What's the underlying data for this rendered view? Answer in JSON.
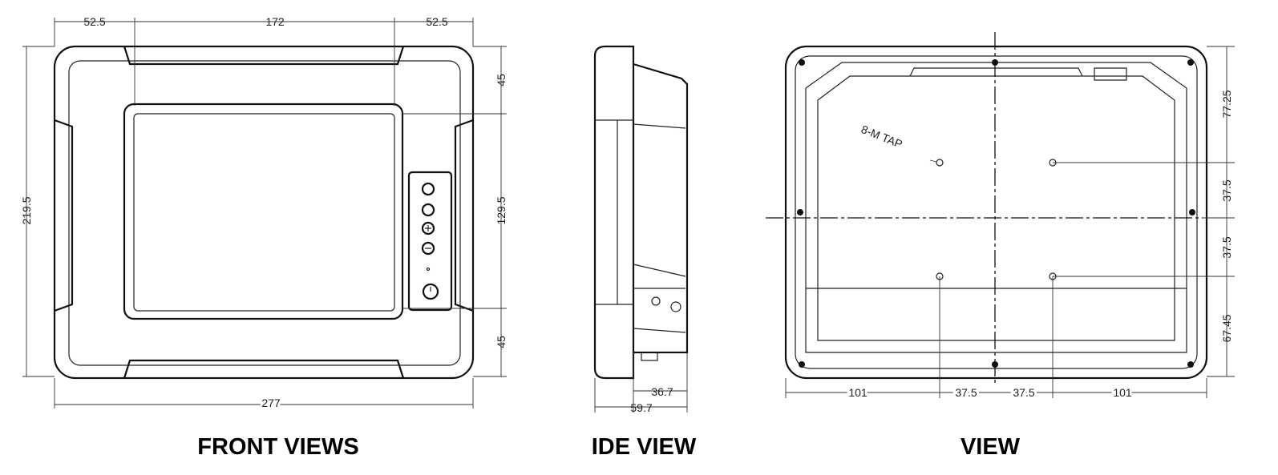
{
  "front": {
    "title": "FRONT VIEWS",
    "dims": {
      "left_margin": "52.5",
      "screen_width": "172",
      "right_margin": "52.5",
      "top_margin": "45",
      "screen_height": "129.5",
      "bottom_margin": "45",
      "height": "219.5",
      "width": "277"
    }
  },
  "side": {
    "title": "IDE VIEW",
    "dims": {
      "body_depth": "36.7",
      "total_depth": "59.7"
    }
  },
  "rear": {
    "title": "VIEW",
    "annotation": "8-M  TAP",
    "dims": {
      "top": "77.25",
      "upper_mid": "37.5",
      "lower_mid": "37.5",
      "bottom": "67.45",
      "left": "101",
      "center_left": "37.5",
      "center_right": "37.5",
      "right": "101"
    }
  }
}
